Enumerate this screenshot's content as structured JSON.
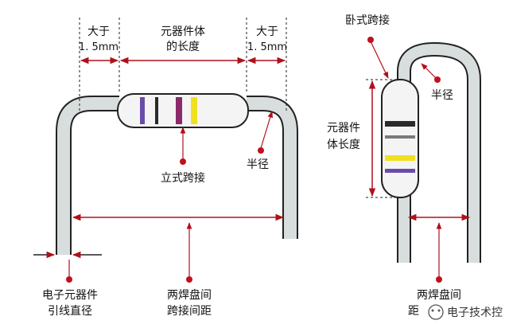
{
  "labels": {
    "gt1_top_left": "大于",
    "gt1_bot_left": "1. 5mm",
    "body_len_1": "元器件体",
    "body_len_2": "的长度",
    "gt1_top_right": "大于",
    "gt1_bot_right": "1. 5mm",
    "vertical_mount": "立式跨接",
    "radius_left": "半径",
    "lead_diam_1": "电子元器件",
    "lead_diam_2": "引线直径",
    "span_1": "两焊盘间",
    "span_2": "跨接间距",
    "horizontal_mount": "卧式跨接",
    "radius_right": "半径",
    "body_len_v_1": "元器件",
    "body_len_v_2": "体长度",
    "span_right_1": "两焊盘间",
    "span_right_2": "距",
    "watermark": "电子技术控"
  },
  "colors": {
    "dim_line": "#b0101a",
    "dot": "#c0101a",
    "lead_fill": "#d8dedd",
    "lead_stroke": "#222222",
    "body_fill": "#f4f4f4",
    "band_purple": "#6a4ca8",
    "band_black": "#2a2a2a",
    "band_magenta": "#8a2a6a",
    "band_yellow": "#f0e020",
    "band_gray": "#7a7a7a"
  }
}
